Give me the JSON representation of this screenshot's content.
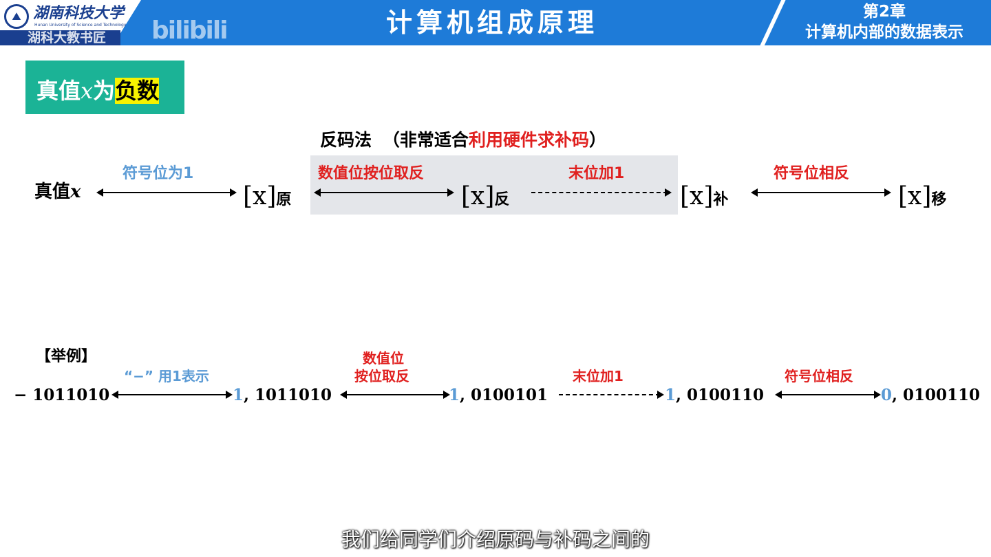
{
  "header": {
    "university_cn": "湖南科技大学",
    "university_en": "Hunan University of Science and Technology",
    "watermark": "湖科大教书匠",
    "bilibili": "bilibili",
    "title": "计算机组成原理",
    "chapter": "第2章",
    "chapter_title": "计算机内部的数据表示"
  },
  "topic": {
    "prefix": "真值",
    "var": "x",
    "mid": "为",
    "highlight": "负数"
  },
  "method": {
    "name": "反码法",
    "note_open": "（非常适合",
    "note_red": "利用硬件求补码",
    "note_close": "）"
  },
  "diagram": {
    "true_value": "真值",
    "x": "x",
    "bracket_x": "[x]",
    "sub_yuan": "原",
    "sub_fan": "反",
    "sub_bu": "补",
    "sub_yi": "移",
    "arrow1": "符号位为1",
    "arrow2": "数值位按位取反",
    "arrow3": "末位加1",
    "arrow4": "符号位相反"
  },
  "example": {
    "label": "【举例】",
    "v0": "− 1011010",
    "a1": "“−” 用1表示",
    "v1_sign": "1",
    "v1_rest": ", 1011010",
    "a2_line1": "数值位",
    "a2_line2": "按位取反",
    "v2_sign": "1",
    "v2_rest": ", 0100101",
    "a3": "末位加1",
    "v3_sign": "1",
    "v3_rest": ", 0100110",
    "a4": "符号位相反",
    "v4_sign": "0",
    "v4_rest": ", 0100110"
  },
  "subtitle": "我们给同学们介绍原码与补码之间的"
}
